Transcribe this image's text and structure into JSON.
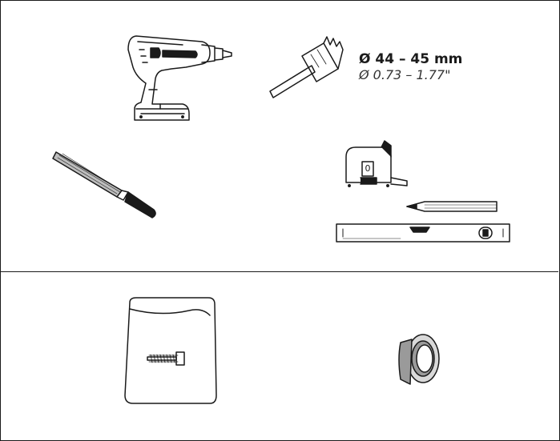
{
  "sections": {
    "tools": {
      "items": [
        {
          "icon": "cordless-drill-icon"
        },
        {
          "icon": "hole-saw-icon"
        },
        {
          "icon": "file-rasp-icon"
        },
        {
          "icon": "tape-measure-icon"
        },
        {
          "icon": "pencil-icon"
        },
        {
          "icon": "spirit-level-icon"
        }
      ],
      "hole_saw_spec": {
        "metric": "Ø 44 – 45 mm",
        "imperial": "Ø 0.73 – 1.77\""
      },
      "tape_measure_label": "0"
    },
    "parts": {
      "items": [
        {
          "icon": "screw-bag-icon"
        },
        {
          "icon": "grommet-icon"
        }
      ]
    }
  },
  "colors": {
    "line": "#1a1a1a",
    "fill_gray": "#9a9a9a",
    "fill_light": "#d9d9d9"
  }
}
